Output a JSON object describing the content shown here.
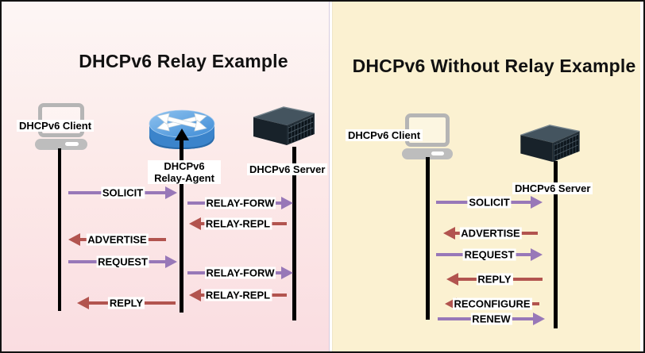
{
  "colors": {
    "forward_arrow": "#9878b8",
    "reverse_arrow": "#b2544f",
    "lifeline": "#000000",
    "label_bg": "#ffffff",
    "left_panel_bg_top": "#fdf6f5",
    "left_panel_bg_bottom": "#fadde1",
    "right_panel_bg": "#fbf1d1",
    "title_color": "#111111"
  },
  "left_panel": {
    "title": "DHCPv6 Relay Example",
    "client_label": "DHCPv6 Client",
    "relay_label_line1": "DHCPv6",
    "relay_label_line2": "Relay-Agent",
    "server_label": "DHCPv6 Server",
    "messages": [
      {
        "label": "SOLICIT",
        "from": "client",
        "to": "relay-agent",
        "direction": "right"
      },
      {
        "label": "RELAY-FORW",
        "from": "relay-agent",
        "to": "server",
        "direction": "right"
      },
      {
        "label": "RELAY-REPL",
        "from": "server",
        "to": "relay-agent",
        "direction": "left"
      },
      {
        "label": "ADVERTISE",
        "from": "relay-agent",
        "to": "client",
        "direction": "left"
      },
      {
        "label": "REQUEST",
        "from": "client",
        "to": "relay-agent",
        "direction": "right"
      },
      {
        "label": "RELAY-FORW",
        "from": "relay-agent",
        "to": "server",
        "direction": "right"
      },
      {
        "label": "RELAY-REPL",
        "from": "server",
        "to": "relay-agent",
        "direction": "left"
      },
      {
        "label": "REPLY",
        "from": "relay-agent",
        "to": "client",
        "direction": "left"
      }
    ]
  },
  "right_panel": {
    "title": "DHCPv6 Without Relay Example",
    "client_label": "DHCPv6 Client",
    "server_label": "DHCPv6 Server",
    "messages": [
      {
        "label": "SOLICIT",
        "from": "client",
        "to": "server",
        "direction": "right"
      },
      {
        "label": "ADVERTISE",
        "from": "server",
        "to": "client",
        "direction": "left"
      },
      {
        "label": "REQUEST",
        "from": "client",
        "to": "server",
        "direction": "right"
      },
      {
        "label": "REPLY",
        "from": "server",
        "to": "client",
        "direction": "left"
      },
      {
        "label": "RECONFIGURE",
        "from": "server",
        "to": "client",
        "direction": "left"
      },
      {
        "label": "RENEW",
        "from": "client",
        "to": "server",
        "direction": "right"
      }
    ]
  }
}
